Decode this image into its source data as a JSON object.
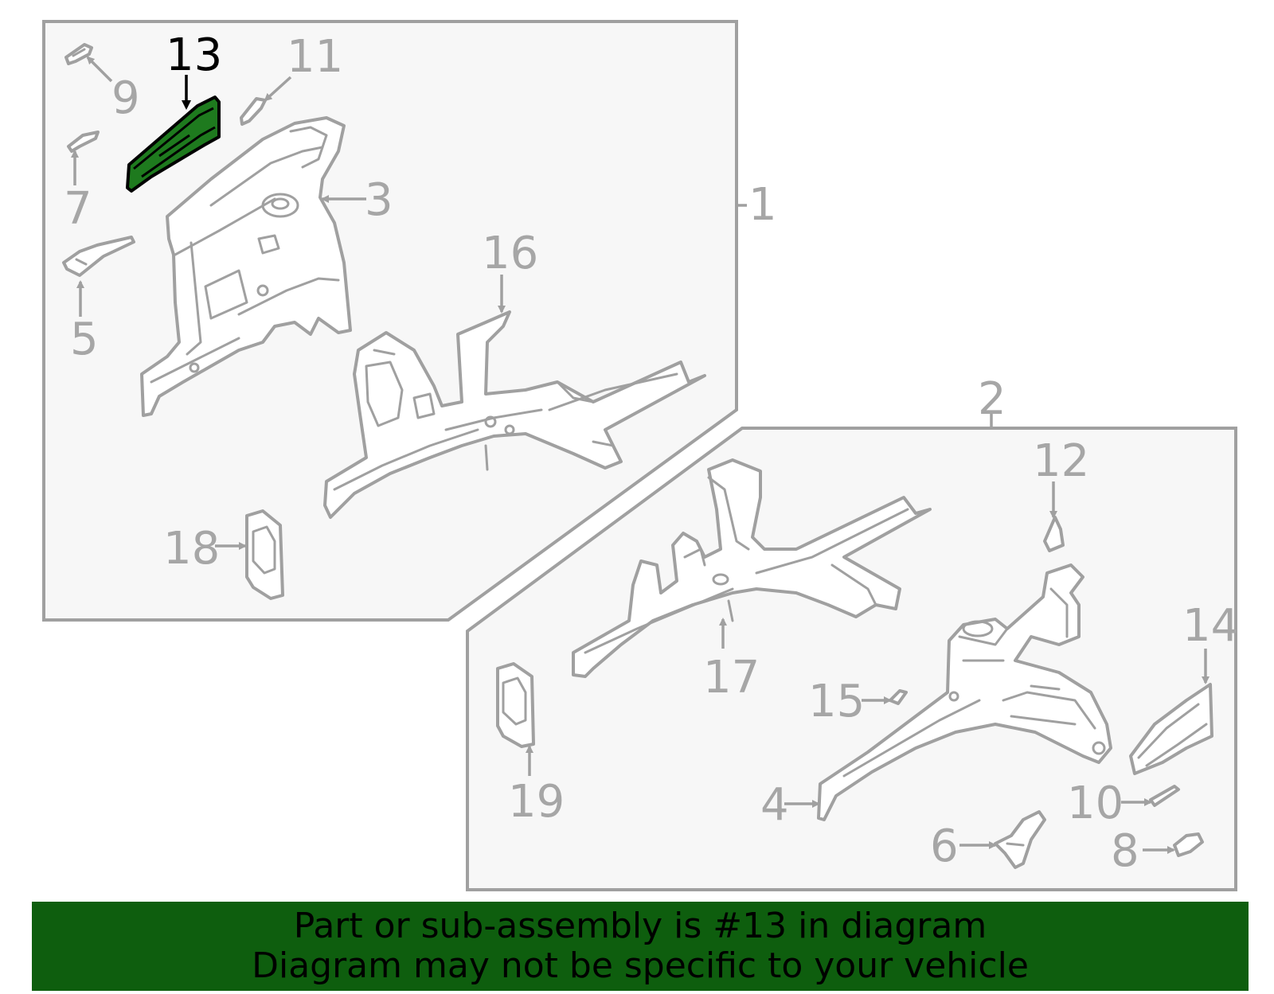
{
  "colors": {
    "highlight_part": "#1e7a1e",
    "banner_bg": "#0e5e0e",
    "line_gray": "#a0a0a0",
    "panel_bg": "#f7f7f7",
    "callout_gray": "#a6a6a6"
  },
  "callouts": {
    "c1": "1",
    "c2": "2",
    "c3": "3",
    "c4": "4",
    "c5": "5",
    "c6": "6",
    "c7": "7",
    "c8": "8",
    "c9": "9",
    "c10": "10",
    "c11": "11",
    "c12": "12",
    "c13": "13",
    "c14": "14",
    "c15": "15",
    "c16": "16",
    "c17": "17",
    "c18": "18",
    "c19": "19"
  },
  "highlighted_part": "13",
  "banner": {
    "line1": "Part or sub-assembly is #13 in diagram",
    "line2": "Diagram may not be specific to your vehicle"
  }
}
